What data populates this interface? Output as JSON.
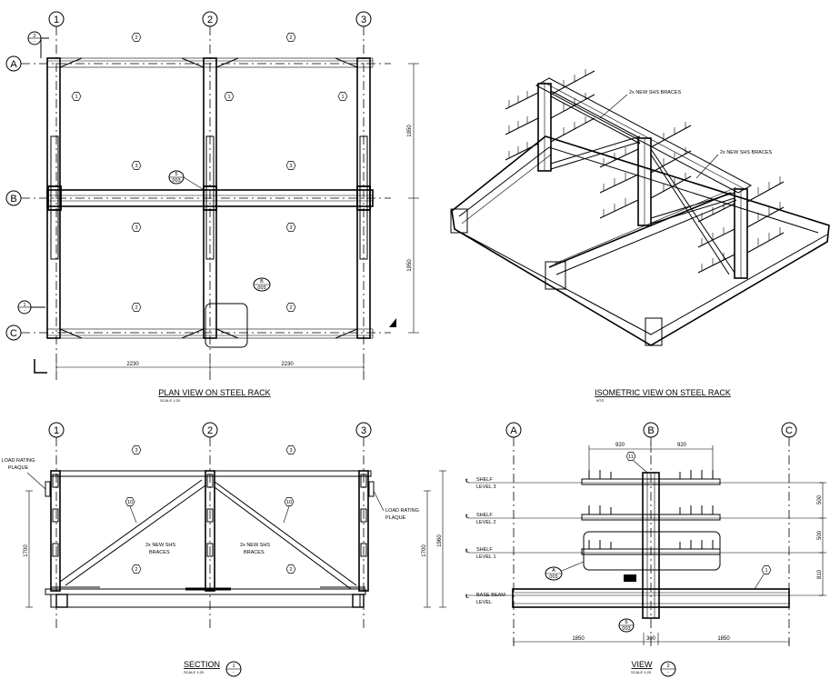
{
  "plan": {
    "title": "PLAN VIEW ON STEEL RACK",
    "scale": "SCALE 1:20",
    "grid_cols": [
      "1",
      "2",
      "3"
    ],
    "grid_rows": [
      "A",
      "B",
      "C"
    ],
    "dim_bay_1": "2230",
    "dim_bay_2": "2230",
    "dim_v_1": "1950",
    "dim_v_2": "1950",
    "tag_1": "1",
    "tag_2": "2",
    "tag_3": "3",
    "sec_marker_num": "1",
    "sec_marker_sheet": "-",
    "view_marker_num": "2",
    "view_marker_sheet": "-",
    "detail5_num": "5",
    "detail5_sheet": "003",
    "detailB_num": "B",
    "detailB_sheet": "003"
  },
  "iso": {
    "title": "ISOMETRIC VIEW ON STEEL RACK",
    "scale": "NTS",
    "note_1": "2x NEW SHS BRACES",
    "note_2": "2x NEW SHS BRACES"
  },
  "section": {
    "title": "SECTION",
    "scale": "SCALE 1:20",
    "marker_num": "1",
    "marker_sheet": "-",
    "grid_cols": [
      "1",
      "2",
      "3"
    ],
    "plaque_left": [
      "LOAD RATING",
      "PLAQUE"
    ],
    "plaque_right": [
      "LOAD RATING",
      "PLAQUE"
    ],
    "braces_left": [
      "2x NEW SHS",
      "BRACES"
    ],
    "braces_right": [
      "2x NEW SHS",
      "BRACES"
    ],
    "dim_left": "1700",
    "dim_right_a": "1700",
    "dim_right_b": "1960",
    "tag_3": "3",
    "tag_10": "10",
    "tag_2": "2"
  },
  "view": {
    "title": "VIEW",
    "scale": "SCALE 1:20",
    "marker_num": "2",
    "marker_sheet": "-",
    "grid_cols": [
      "A",
      "B",
      "C"
    ],
    "cl_symbol": "℄",
    "levels": [
      {
        "line1": "SHELF",
        "line2": "LEVEL 3"
      },
      {
        "line1": "SHELF",
        "line2": "LEVEL 2"
      },
      {
        "line1": "SHELF",
        "line2": "LEVEL 1"
      },
      {
        "line1": "BASE BEAM",
        "line2": "LEVEL"
      }
    ],
    "dim_top_left": "920",
    "dim_top_right": "920",
    "dim_right": [
      "500",
      "500",
      "810"
    ],
    "dim_bottom": [
      "1850",
      "300",
      "1850"
    ],
    "tag_11": "11",
    "tag_1": "1",
    "detailA_num": "A",
    "detailA_sheet": "003",
    "detail6_num": "6",
    "detail6_sheet": "003"
  }
}
